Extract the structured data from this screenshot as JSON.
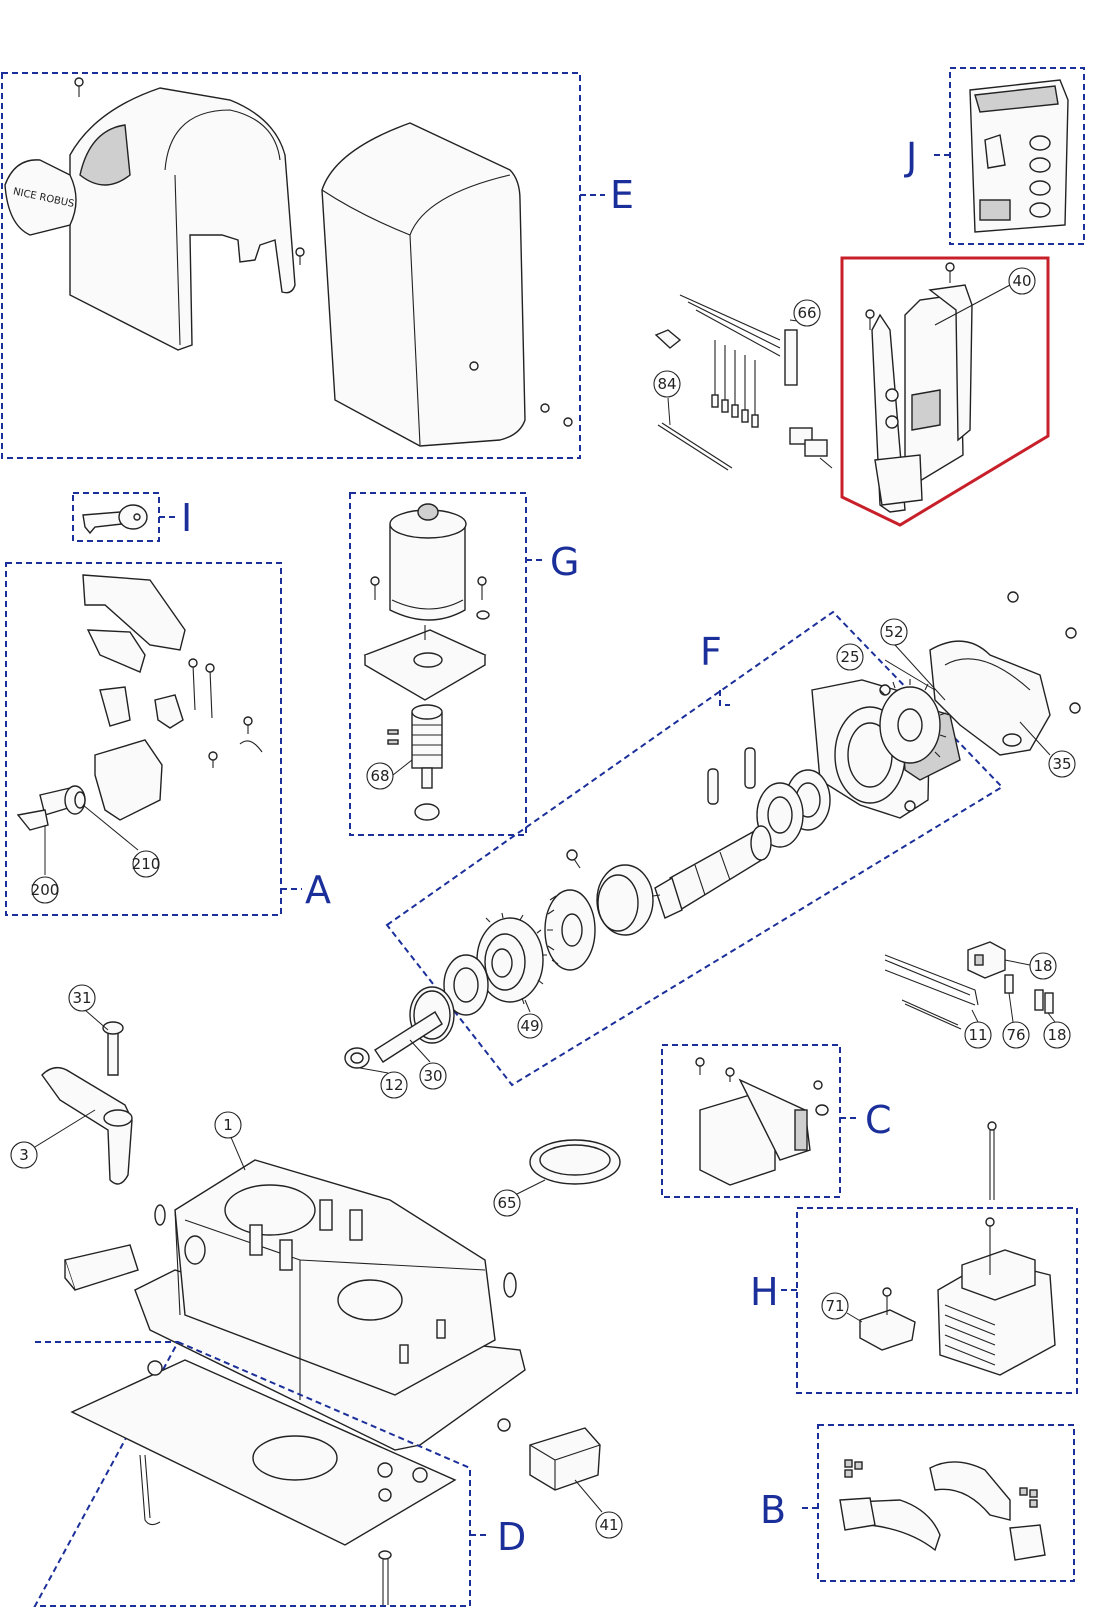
{
  "groups": {
    "E": "E",
    "J": "J",
    "I": "I",
    "G": "G",
    "A": "A",
    "F": "F",
    "C": "C",
    "H": "H",
    "B": "B",
    "D": "D"
  },
  "callouts": {
    "c40": "40",
    "c66": "66",
    "c84": "84",
    "c52": "52",
    "c25": "25",
    "c35": "35",
    "c68": "68",
    "c210": "210",
    "c200": "200",
    "c18a": "18",
    "c18b": "18",
    "c11": "11",
    "c76": "76",
    "c49": "49",
    "c31": "31",
    "c3": "3",
    "c1": "1",
    "c12": "12",
    "c30": "30",
    "c65": "65",
    "c71": "71",
    "c41": "41"
  },
  "cover_text": "NICE ROBUS",
  "colors": {
    "group": "#1b2f9a",
    "highlight": "#c8202a",
    "line": "#222222"
  }
}
